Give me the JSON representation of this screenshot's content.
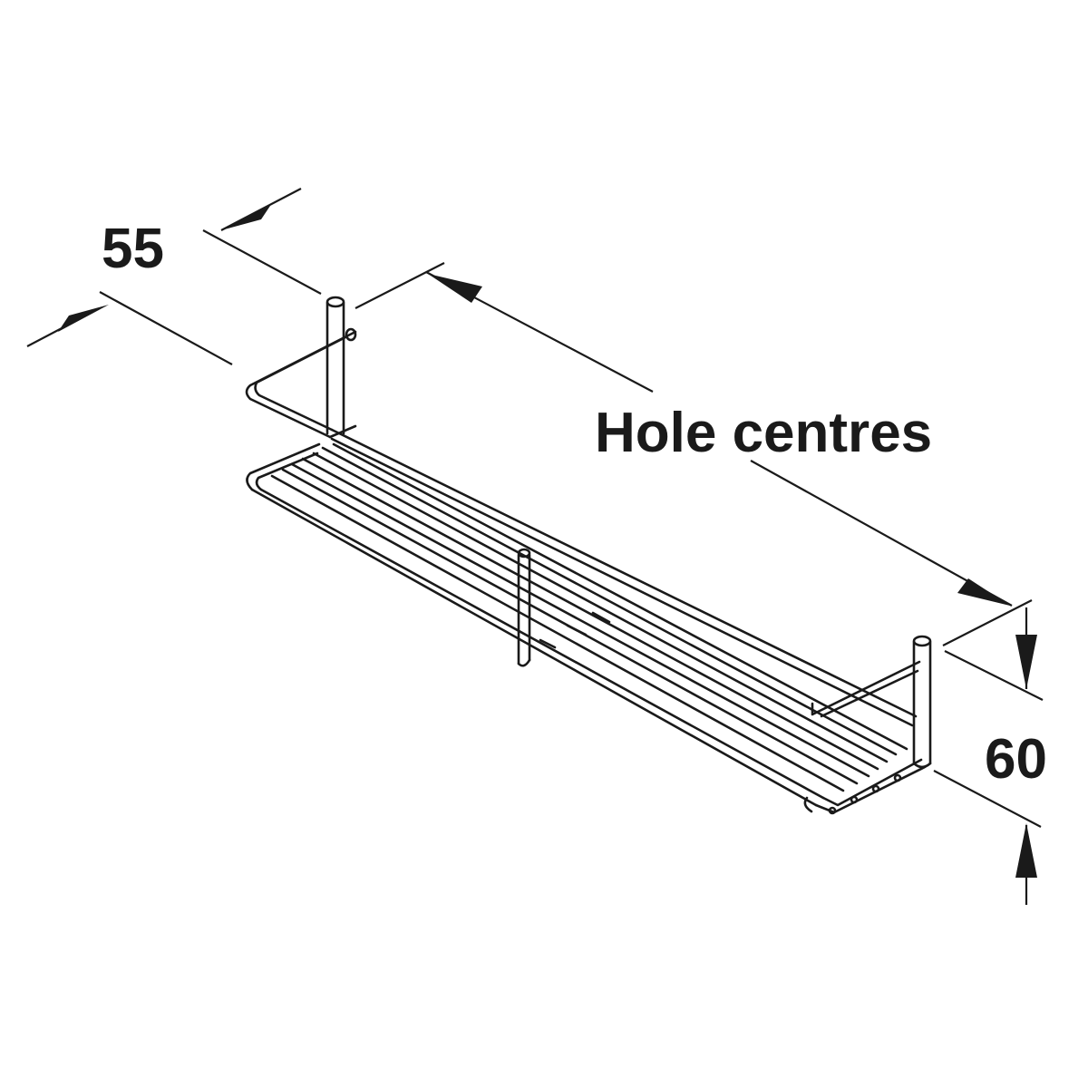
{
  "diagram": {
    "dimension_width": "55",
    "dimension_length": "Hole centres",
    "dimension_height": "60",
    "line_color": "#1a1a1a",
    "background_color": "#ffffff"
  }
}
